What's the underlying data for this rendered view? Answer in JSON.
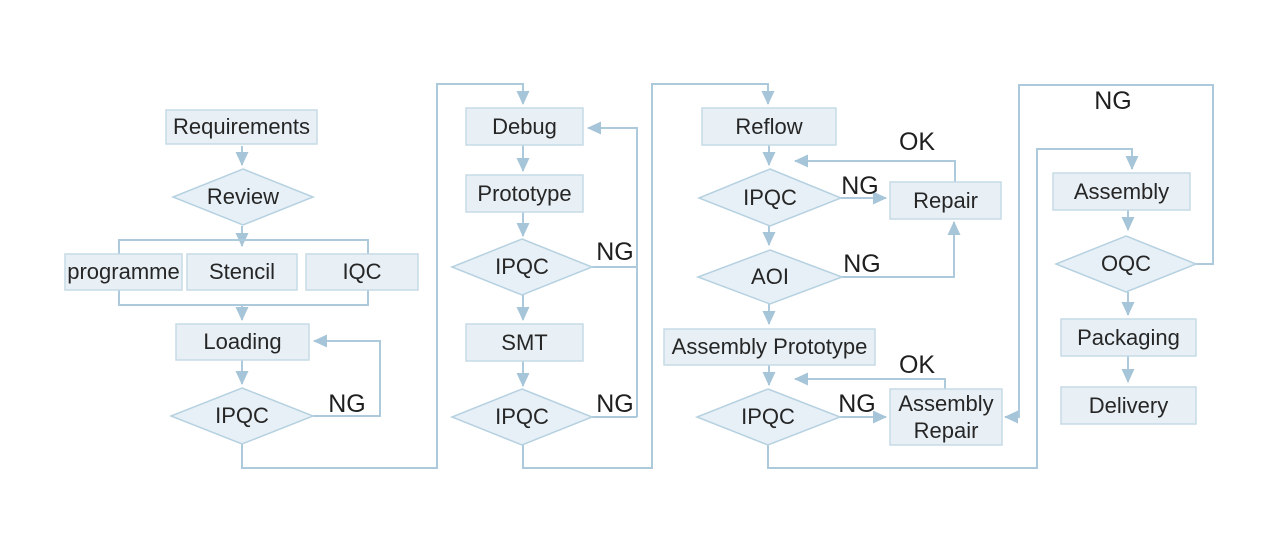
{
  "diagram": {
    "type": "flowchart",
    "description": "SMT / PCB assembly production process flowchart",
    "nodes": {
      "requirements": {
        "label": "Requirements",
        "type": "process"
      },
      "review": {
        "label": "Review",
        "type": "decision"
      },
      "programme": {
        "label": "programme",
        "type": "process"
      },
      "stencil": {
        "label": "Stencil",
        "type": "process"
      },
      "iqc": {
        "label": "IQC",
        "type": "process"
      },
      "loading": {
        "label": "Loading",
        "type": "process"
      },
      "ipqc_loading": {
        "label": "IPQC",
        "type": "decision"
      },
      "debug": {
        "label": "Debug",
        "type": "process"
      },
      "prototype": {
        "label": "Prototype",
        "type": "process"
      },
      "ipqc_prototype": {
        "label": "IPQC",
        "type": "decision"
      },
      "smt": {
        "label": "SMT",
        "type": "process"
      },
      "ipqc_smt": {
        "label": "IPQC",
        "type": "decision"
      },
      "reflow": {
        "label": "Reflow",
        "type": "process"
      },
      "ipqc_reflow": {
        "label": "IPQC",
        "type": "decision"
      },
      "repair": {
        "label": "Repair",
        "type": "process"
      },
      "aoi": {
        "label": "AOI",
        "type": "decision"
      },
      "assembly_prototype": {
        "label": "Assembly Prototype",
        "type": "process"
      },
      "ipqc_assembly": {
        "label": "IPQC",
        "type": "decision"
      },
      "assembly_repair": {
        "label": "Assembly Repair",
        "type": "process"
      },
      "assembly": {
        "label": "Assembly",
        "type": "process"
      },
      "oqc": {
        "label": "OQC",
        "type": "decision"
      },
      "packaging": {
        "label": "Packaging",
        "type": "process"
      },
      "delivery": {
        "label": "Delivery",
        "type": "process"
      }
    },
    "edge_labels": {
      "ng_loading": "NG",
      "ng_prototype": "NG",
      "ng_smt": "NG",
      "ng_reflow": "NG",
      "ok_repair": "OK",
      "ng_aoi": "NG",
      "ng_assembly_proto": "NG",
      "ok_assembly_repair": "OK",
      "ng_oqc": "NG"
    },
    "colors": {
      "node_fill": "#e8f0f6",
      "node_border": "#c6dae6",
      "diamond_fill": "#e7f0f7",
      "diamond_border": "#b6d1e0",
      "line": "#adcadc",
      "text": "#262626",
      "background": "#ffffff"
    }
  }
}
